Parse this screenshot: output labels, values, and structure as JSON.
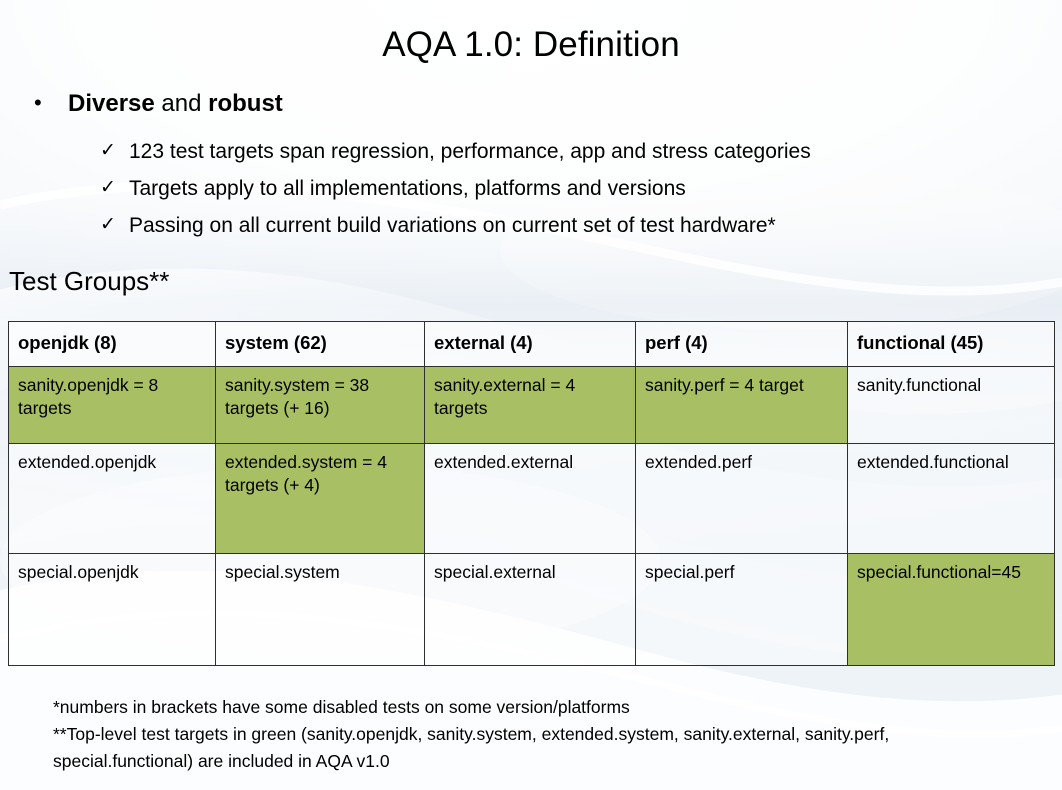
{
  "slide": {
    "title": "AQA 1.0: Definition",
    "section_heading": "Test Groups**"
  },
  "bullets": {
    "marker": "•",
    "check_marker": "✓",
    "level1": {
      "lead_bold": "Diverse",
      "middle": " and ",
      "trail_bold": "robust"
    },
    "sub_items": [
      "123 test targets span regression, performance, app and stress categories",
      "Targets apply to all implementations, platforms and versions",
      "Passing on all current build variations on current set of test hardware*"
    ]
  },
  "table": {
    "headers": [
      "openjdk (8)",
      "system (62)",
      "external (4)",
      "perf (4)",
      "functional (45)"
    ],
    "rows": [
      {
        "name": "sanity-row",
        "cells": [
          {
            "text": "sanity.openjdk = 8 targets",
            "highlight": true
          },
          {
            "text": "sanity.system = 38 targets  (+ 16)",
            "highlight": true
          },
          {
            "text": "sanity.external = 4 targets",
            "highlight": true
          },
          {
            "text": "sanity.perf = 4 target",
            "highlight": true
          },
          {
            "text": "sanity.functional",
            "highlight": false
          }
        ]
      },
      {
        "name": "extended-row",
        "cells": [
          {
            "text": "extended.openjdk",
            "highlight": false
          },
          {
            "text": "extended.system = 4 targets (+ 4)",
            "highlight": true
          },
          {
            "text": "extended.external",
            "highlight": false
          },
          {
            "text": "extended.perf",
            "highlight": false
          },
          {
            "text": "extended.functional",
            "highlight": false
          }
        ]
      },
      {
        "name": "special-row",
        "cells": [
          {
            "text": "special.openjdk",
            "highlight": false
          },
          {
            "text": "special.system",
            "highlight": false
          },
          {
            "text": "special.external",
            "highlight": false
          },
          {
            "text": "special.perf",
            "highlight": false
          },
          {
            "text": "special.functional=45",
            "highlight": true
          }
        ]
      }
    ]
  },
  "footnotes": [
    "*numbers in brackets have some disabled tests on some version/platforms",
    "**Top-level test targets in green (sanity.openjdk, sanity.system, extended.system, sanity.external, sanity.perf, special.functional) are included in AQA v1.0"
  ],
  "colors": {
    "highlight_green": "#a9bf63",
    "table_border": "#2f2f2f",
    "text": "#000000",
    "background_top": "#ffffff",
    "background_mid": "#e9eff6"
  }
}
